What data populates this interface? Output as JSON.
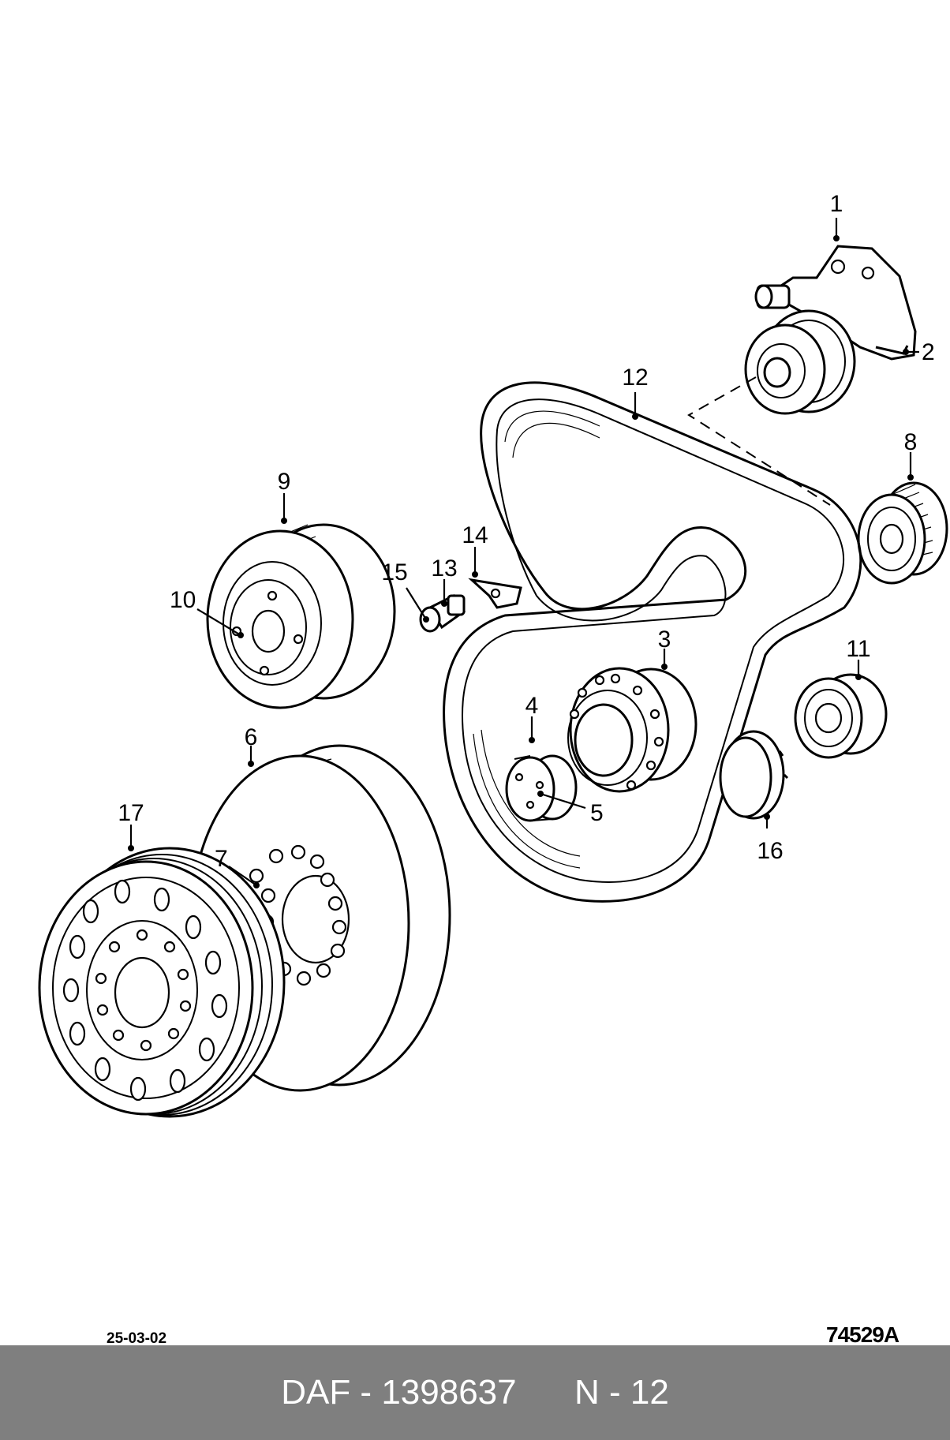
{
  "diagram": {
    "callouts": [
      "1",
      "2",
      "3",
      "4",
      "5",
      "6",
      "7",
      "8",
      "9",
      "10",
      "11",
      "12",
      "13",
      "14",
      "15",
      "16",
      "17"
    ],
    "date": "25-03-02",
    "drawing_code": "74529A"
  },
  "footer": {
    "brand": "DAF",
    "part_number": "1398637",
    "section": "N - 12"
  }
}
